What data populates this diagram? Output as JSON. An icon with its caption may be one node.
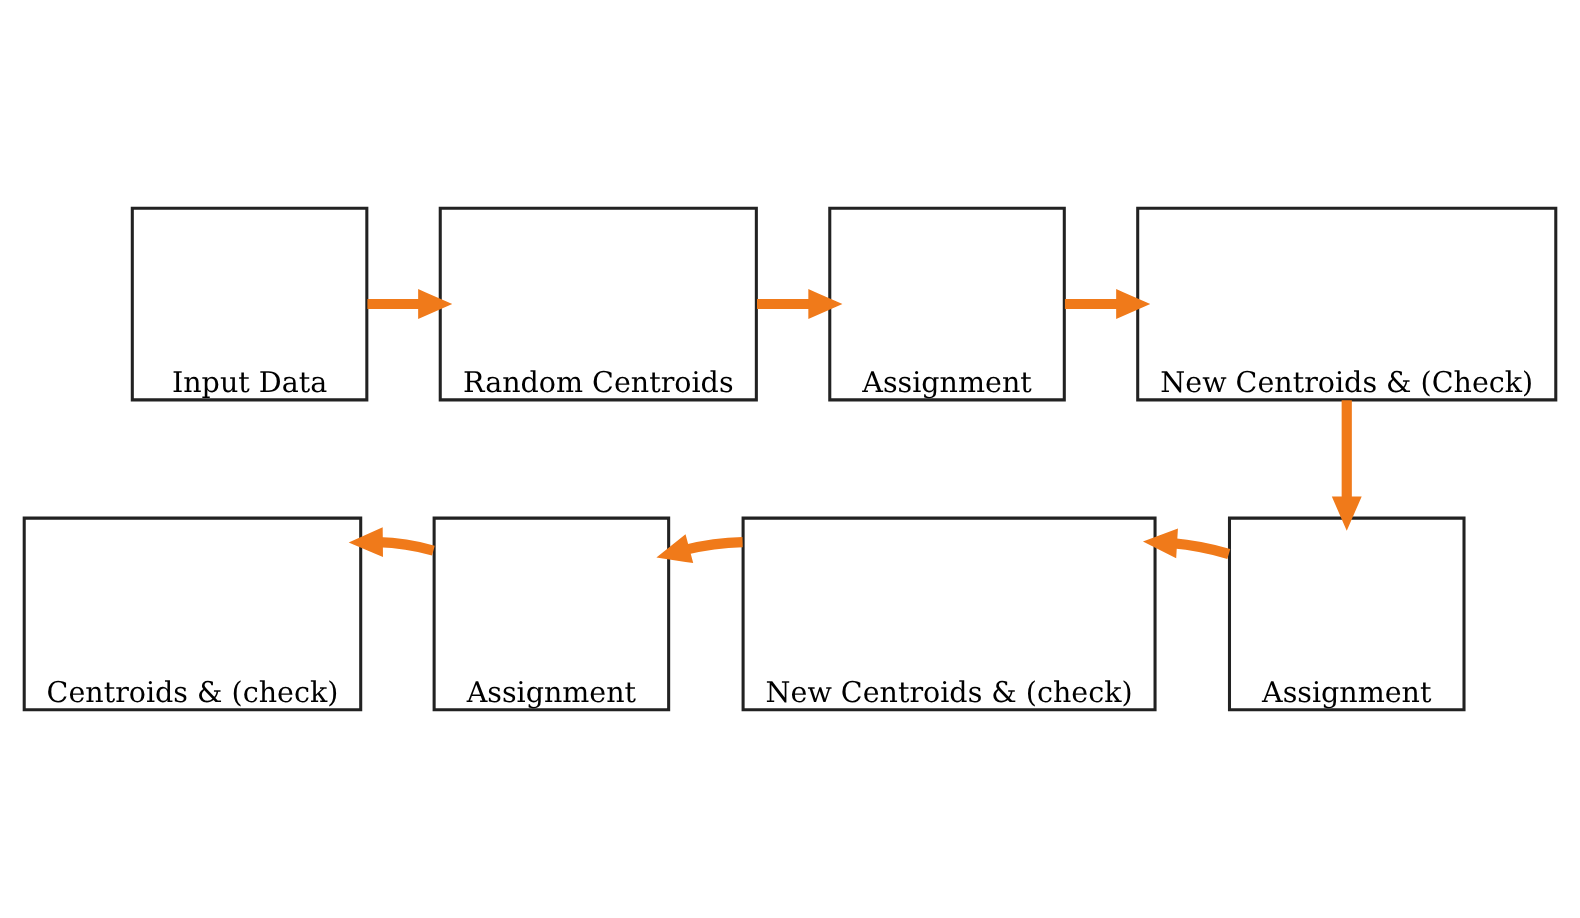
{
  "diagram": {
    "nodes": [
      {
        "text": [
          "Input Data"
        ]
      },
      {
        "text": [
          "Random Centroids"
        ]
      },
      {
        "text": [
          "Assignment"
        ]
      },
      {
        "text": [
          "New Centroids & (Check)"
        ]
      },
      {
        "text": [
          "Centroids & (check)"
        ]
      },
      {
        "text": [
          "Assignment"
        ]
      },
      {
        "text": [
          "New Centroids & (check)"
        ]
      },
      {
        "text": [
          "Assignment"
        ]
      }
    ],
    "edges": [
      {
        "from": 0,
        "to": 1,
        "arrow": "to"
      },
      {
        "from": 1,
        "to": 2,
        "arrow": "to"
      },
      {
        "from": 2,
        "to": 3,
        "arrow": "to"
      },
      {
        "from": 3,
        "to": 7,
        "arrow": "to"
      },
      {
        "from": 7,
        "to": 6,
        "arrow": "to"
      },
      {
        "from": 6,
        "to": 5,
        "arrow": "to"
      },
      {
        "from": 5,
        "to": 4,
        "arrow": "to"
      }
    ]
  }
}
